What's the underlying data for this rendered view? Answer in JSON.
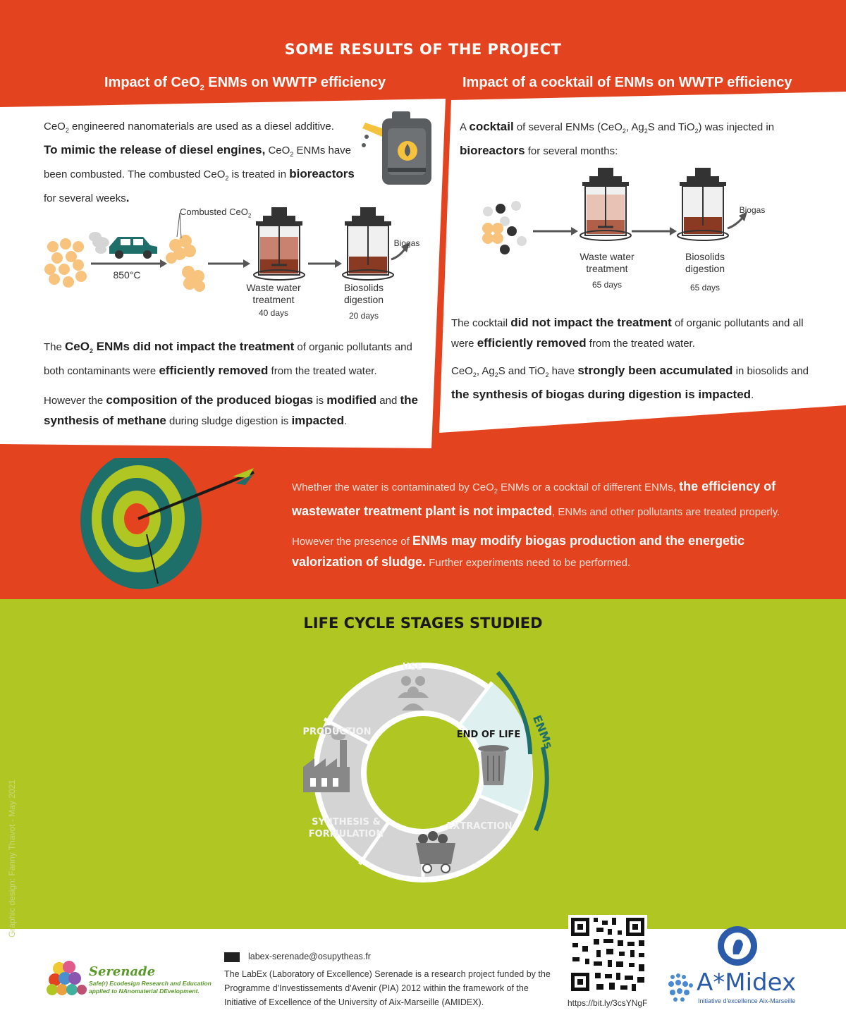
{
  "title": "SOME RESULTS OF THE PROJECT",
  "left": {
    "heading_pre": "Impact of CeO",
    "heading_sub": "2",
    "heading_post": " ENMs on WWTP efficiency",
    "intro_line1_pre": "CeO",
    "intro_line1_sub": "2",
    "intro_line1_post": " engineered nanomaterials are used as a diesel additive.",
    "intro_bold1": "To mimic the release of diesel engines,",
    "intro_line2_a": " CeO",
    "intro_line2_post": " ENMs have been combusted. The combusted CeO",
    "intro_line2_post2": " is treated in ",
    "intro_bold2": "bioreactors",
    "intro_line3": " for several weeks",
    "intro_dot": ".",
    "temp_label": "850°C",
    "combusted_label": "Combusted CeO",
    "waste_label": "Waste water treatment",
    "waste_days": "40 days",
    "biosolids_label": "Biosolids digestion",
    "biosolids_days": "20 days",
    "biogas_label": "Biogas",
    "result1_pre": "The ",
    "result1_bold": "CeO",
    "result1_bold2": " ENMs did not impact the treatment",
    "result1_mid": " of organic pollutants and both contaminants were ",
    "result1_bold3": "efficiently removed",
    "result1_post": " from the treated water.",
    "result2_pre": "However the ",
    "result2_bold": "composition of the produced biogas",
    "result2_mid": " is ",
    "result2_bold2": "modified",
    "result2_mid2": " and ",
    "result2_bold3": "the synthesis of methane",
    "result2_mid3": " during sludge digestion is ",
    "result2_bold4": "impacted",
    "result2_post": "."
  },
  "right": {
    "heading": "Impact of a cocktail of ENMs on WWTP efficiency",
    "intro_pre": "A ",
    "intro_bold": "cocktail",
    "intro_mid": " of several ENMs (CeO",
    "intro_mid2": ", Ag",
    "intro_mid3": "S and TiO",
    "intro_mid4": ") was injected in ",
    "intro_bold2": "bioreactors",
    "intro_post": " for several months:",
    "waste_label": "Waste water treatment",
    "waste_days": "65 days",
    "biosolids_label": "Biosolids digestion",
    "biosolids_days": "65 days",
    "biogas_label": "Biogas",
    "result1_pre": "The cocktail ",
    "result1_bold": "did not impact the treatment",
    "result1_mid": " of organic pollutants and all were ",
    "result1_bold2": "efficiently removed",
    "result1_post": " from the treated water.",
    "result2_a": "CeO",
    "result2_b": ", Ag",
    "result2_c": "S and TiO",
    "result2_d": " have ",
    "result2_bold": "strongly been accumulated",
    "result2_mid": " in biosolids and ",
    "result2_bold2": "the synthesis of biogas during digestion is impacted",
    "result2_post": "."
  },
  "conclusion": {
    "p1_pre": "Whether the water is contaminated by CeO",
    "p1_mid": " ENMs or a cocktail of different ENMs, ",
    "p1_bold": "the efficiency of wastewater treatment plant is not impacted",
    "p1_post": ", ENMs and other pollutants are treated properly.",
    "p2_pre": "However the presence of ",
    "p2_bold": "ENMs may modify biogas production and the energetic valorization of sludge.",
    "p2_post": " Further experiments need to be performed."
  },
  "life_cycle": {
    "title": "LIFE CYCLE STAGES STUDIED",
    "use": "USE",
    "production": "PRODUCTION",
    "end_of_life": "END OF LIFE",
    "synthesis": "SYNTHESIS & FORMULATION",
    "extraction": "EXTRACTION",
    "enms": "ENMs"
  },
  "footer": {
    "credit": "Graphic design: Fanny Thavot - May 2021",
    "email": "labex-serenade@osupytheas.fr",
    "description": "The LabEx (Laboratory of Excellence) Serenade is a research project funded by the Programme d'Investissements d'Avenir (PIA) 2012 within the framework of the Initiative of Excellence of the University of Aix-Marseille (AMIDEX).",
    "qr_url": "https://bit.ly/3csYNgF",
    "serenade_name": "Serenade",
    "serenade_tagline": "Safe(r) Ecodesign Research and Education applied to NAnomaterial DEvelopment.",
    "amidex_name": "A*Midex",
    "amidex_sub": "Initiative d'excellence Aix-Marseille"
  },
  "colors": {
    "red": "#e4431f",
    "green": "#afc623",
    "teal": "#1e6e6a"
  }
}
